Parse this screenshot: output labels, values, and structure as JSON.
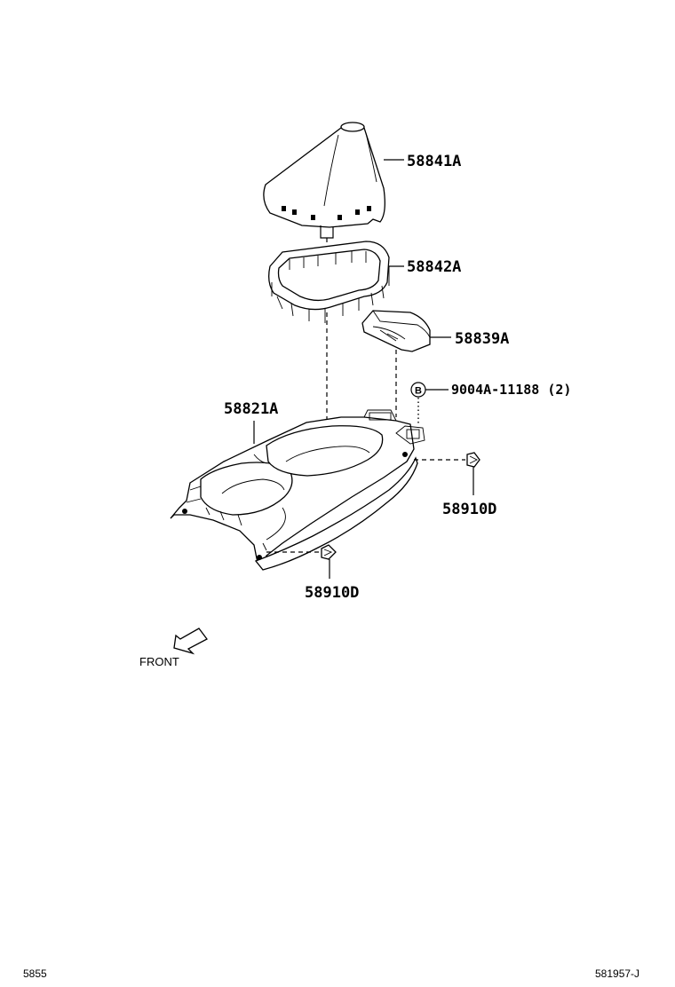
{
  "diagram": {
    "parts": [
      {
        "id": "boot",
        "label": "58841A"
      },
      {
        "id": "retainer",
        "label": "58842A"
      },
      {
        "id": "cover",
        "label": "58839A"
      },
      {
        "id": "bolt",
        "label": "9004A-11188 (2)",
        "callout": "B"
      },
      {
        "id": "console",
        "label": "58821A"
      },
      {
        "id": "clip-right",
        "label": "58910D"
      },
      {
        "id": "clip-bottom",
        "label": "58910D"
      }
    ],
    "front_label": "FRONT"
  },
  "footer": {
    "left_code": "5855",
    "right_code": "581957-J"
  }
}
